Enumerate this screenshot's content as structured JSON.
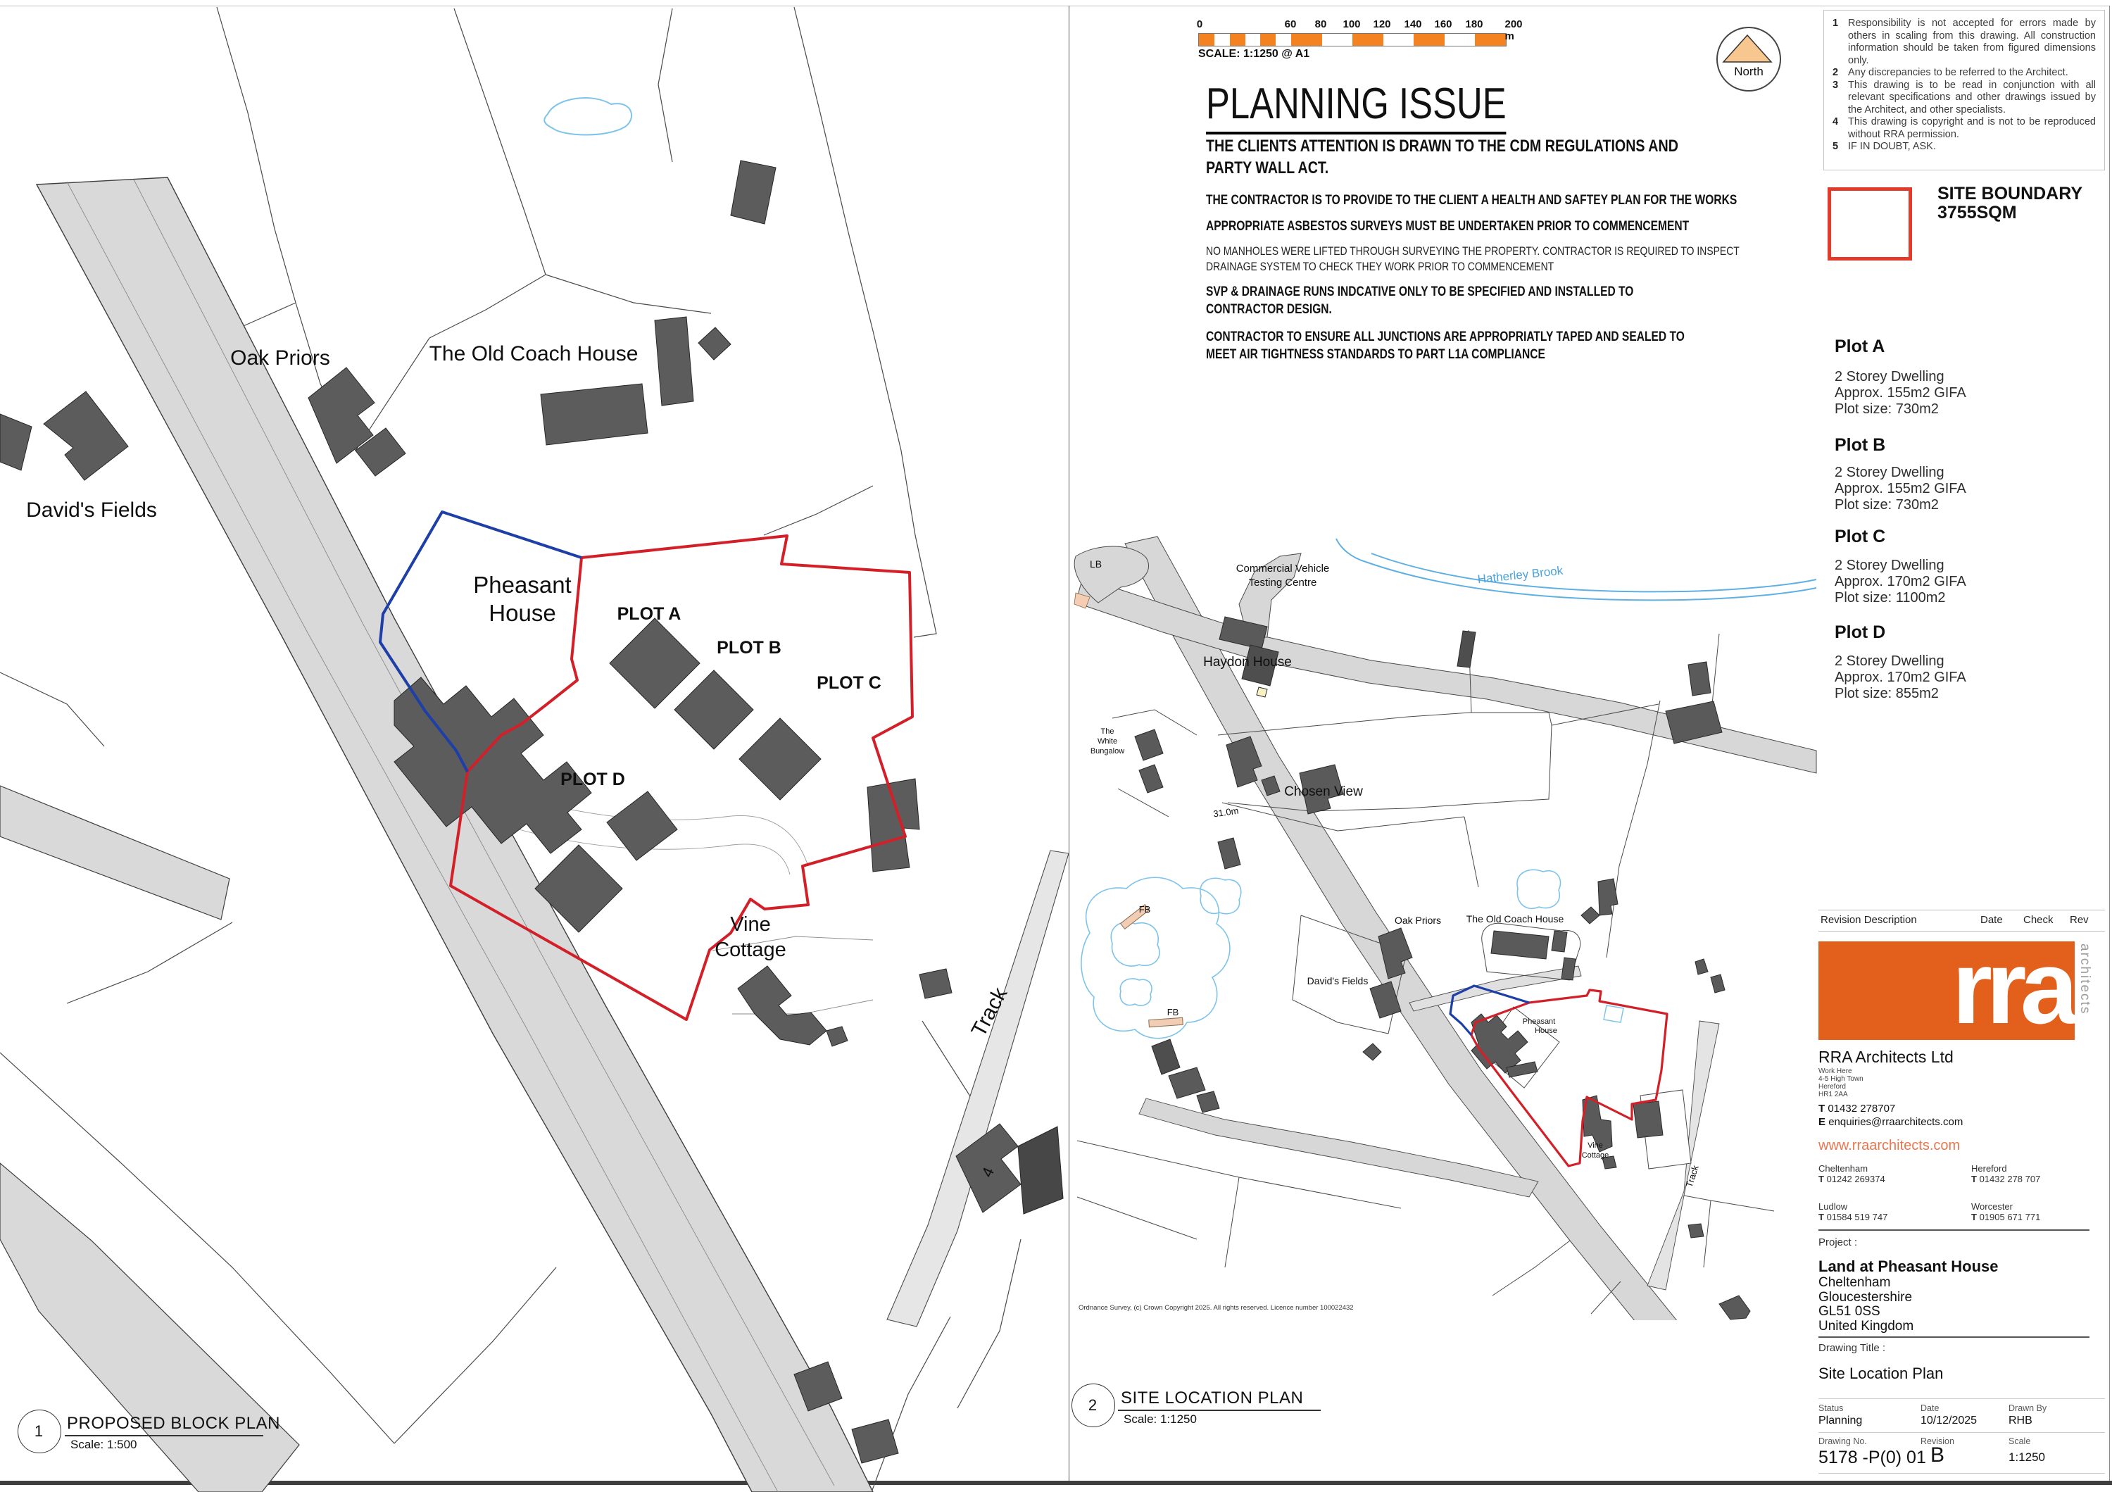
{
  "header": {
    "scale_bar": {
      "ticks": [
        "0",
        "60",
        "80",
        "100",
        "120",
        "140",
        "160",
        "180",
        "200 m"
      ],
      "caption": "SCALE: 1:1250 @ A1"
    },
    "north_label": "North",
    "title": "PLANNING ISSUE",
    "intro": "THE CLIENTS ATTENTION IS DRAWN TO THE CDM REGULATIONS AND\nPARTY WALL ACT.",
    "paragraphs": [
      "THE CONTRACTOR IS TO PROVIDE TO THE CLIENT A HEALTH AND SAFTEY PLAN FOR THE WORKS",
      "APPROPRIATE  ASBESTOS SURVEYS MUST BE UNDERTAKEN PRIOR TO COMMENCEMENT",
      "NO MANHOLES WERE LIFTED THROUGH SURVEYING THE PROPERTY. CONTRACTOR IS REQUIRED TO INSPECT\nDRAINAGE SYSTEM TO CHECK THEY WORK PRIOR TO COMMENCEMENT",
      "SVP & DRAINAGE RUNS INDCATIVE ONLY TO BE SPECIFIED AND INSTALLED TO\nCONTRACTOR DESIGN.",
      "CONTRACTOR TO ENSURE ALL JUNCTIONS ARE APPROPRIATLY TAPED AND SEALED TO\nMEET AIR TIGHTNESS STANDARDS TO PART L1A COMPLIANCE"
    ]
  },
  "notes": [
    {
      "num": "1",
      "text": "Responsibility is not accepted for errors made by others in scaling from this drawing. All construction information should be taken from figured dimensions only."
    },
    {
      "num": "2",
      "text": "Any discrepancies to be referred to the Architect."
    },
    {
      "num": "3",
      "text": "This drawing is to be read in conjunction with all relevant specifications and other drawings issued by the Architect, and other specialists."
    },
    {
      "num": "4",
      "text": "This drawing is copyright and is not to be reproduced without RRA permission."
    },
    {
      "num": "5",
      "text": "IF IN DOUBT, ASK."
    }
  ],
  "legend": {
    "site_boundary": "SITE BOUNDARY 3755SQM"
  },
  "plots": [
    {
      "name": "Plot A",
      "desc": "2 Storey Dwelling\nApprox. 155m2 GIFA\nPlot size: 730m2"
    },
    {
      "name": "Plot B",
      "desc": "2 Storey Dwelling\nApprox. 155m2 GIFA\nPlot size: 730m2"
    },
    {
      "name": "Plot C",
      "desc": "2 Storey Dwelling\nApprox. 170m2 GIFA\nPlot size: 1100m2"
    },
    {
      "name": "Plot D",
      "desc": "2 Storey Dwelling\nApprox. 170m2 GIFA\nPlot size: 855m2"
    }
  ],
  "revision_table": {
    "headers": [
      "Revision Description",
      "Date",
      "Check",
      "Rev"
    ]
  },
  "firm": {
    "logo_text": "rra",
    "logo_vertical": "architects",
    "name": "RRA Architects Ltd",
    "address": "Work Here\n4-5 High Town\nHereford\nHR1 2AA",
    "phone_label": "T",
    "phone": "01432 278707",
    "email_label": "E",
    "email": "enquiries@rraarchitects.com",
    "website": "www.rraarchitects.com",
    "offices": [
      {
        "city": "Cheltenham",
        "tel": "01242 269374"
      },
      {
        "city": "Hereford",
        "tel": "01432 278 707"
      },
      {
        "city": "Ludlow",
        "tel": "01584 519 747"
      },
      {
        "city": "Worcester",
        "tel": "01905 671 771"
      }
    ]
  },
  "project": {
    "label": "Project :",
    "name": "Land at Pheasant House",
    "lines": "Cheltenham\nGloucestershire\nGL51 0SS\nUnited Kingdom"
  },
  "drawing": {
    "title_label": "Drawing Title :",
    "title": "Site Location Plan",
    "status_label": "Status",
    "status": "Planning",
    "date_label": "Date",
    "date": "10/12/2025",
    "drawn_label": "Drawn By",
    "drawn": "RHB",
    "no_label": "Drawing No.",
    "no": "5178 -P(0) 01",
    "rev_label": "Revision",
    "rev": "B",
    "scale_label": "Scale",
    "scale": "1:1250"
  },
  "block_plan": {
    "number": "1",
    "title": "PROPOSED BLOCK PLAN",
    "scale": "Scale: 1:500",
    "labels": {
      "oak_priors": "Oak Priors",
      "old_coach_house": "The Old Coach House",
      "davids_fields": "David's Fields",
      "pheasant_1": "Pheasant",
      "pheasant_2": "House",
      "plot_a": "PLOT A",
      "plot_b": "PLOT B",
      "plot_c": "PLOT C",
      "plot_d": "PLOT D",
      "vine_1": "Vine",
      "vine_2": "Cottage",
      "track": "Track",
      "four": "4"
    }
  },
  "site_plan": {
    "number": "2",
    "title": "SITE LOCATION PLAN",
    "scale": "Scale: 1:1250",
    "credit": "Ordnance Survey, (c) Crown Copyright 2025. All rights reserved. Licence number 100022432",
    "labels": {
      "lb": "LB",
      "commercial_1": "Commercial Vehicle",
      "commercial_2": "Testing Centre",
      "hatherley": "Hatherley Brook",
      "haydon": "Haydon House",
      "white_1": "The",
      "white_2": "White",
      "white_3": "Bungalow",
      "chosen": "Chosen View",
      "spot_height": "31.0m",
      "fb1": "FB",
      "fb2": "FB",
      "davids": "David's Fields",
      "oak_priors": "Oak Priors",
      "old_coach": "The Old Coach House",
      "pheasant_1": "Pheasant",
      "pheasant_2": "House",
      "vine_1": "Vine",
      "vine_2": "Cottage",
      "track": "Track"
    }
  },
  "colors": {
    "logo_orange": "#e2601b",
    "scalebar_orange": "#f58220",
    "boundary_red": "#d32028",
    "boundary_blue": "#1e3ea8",
    "water_blue": "#6cb7e6",
    "link_orange": "#e8764f"
  }
}
